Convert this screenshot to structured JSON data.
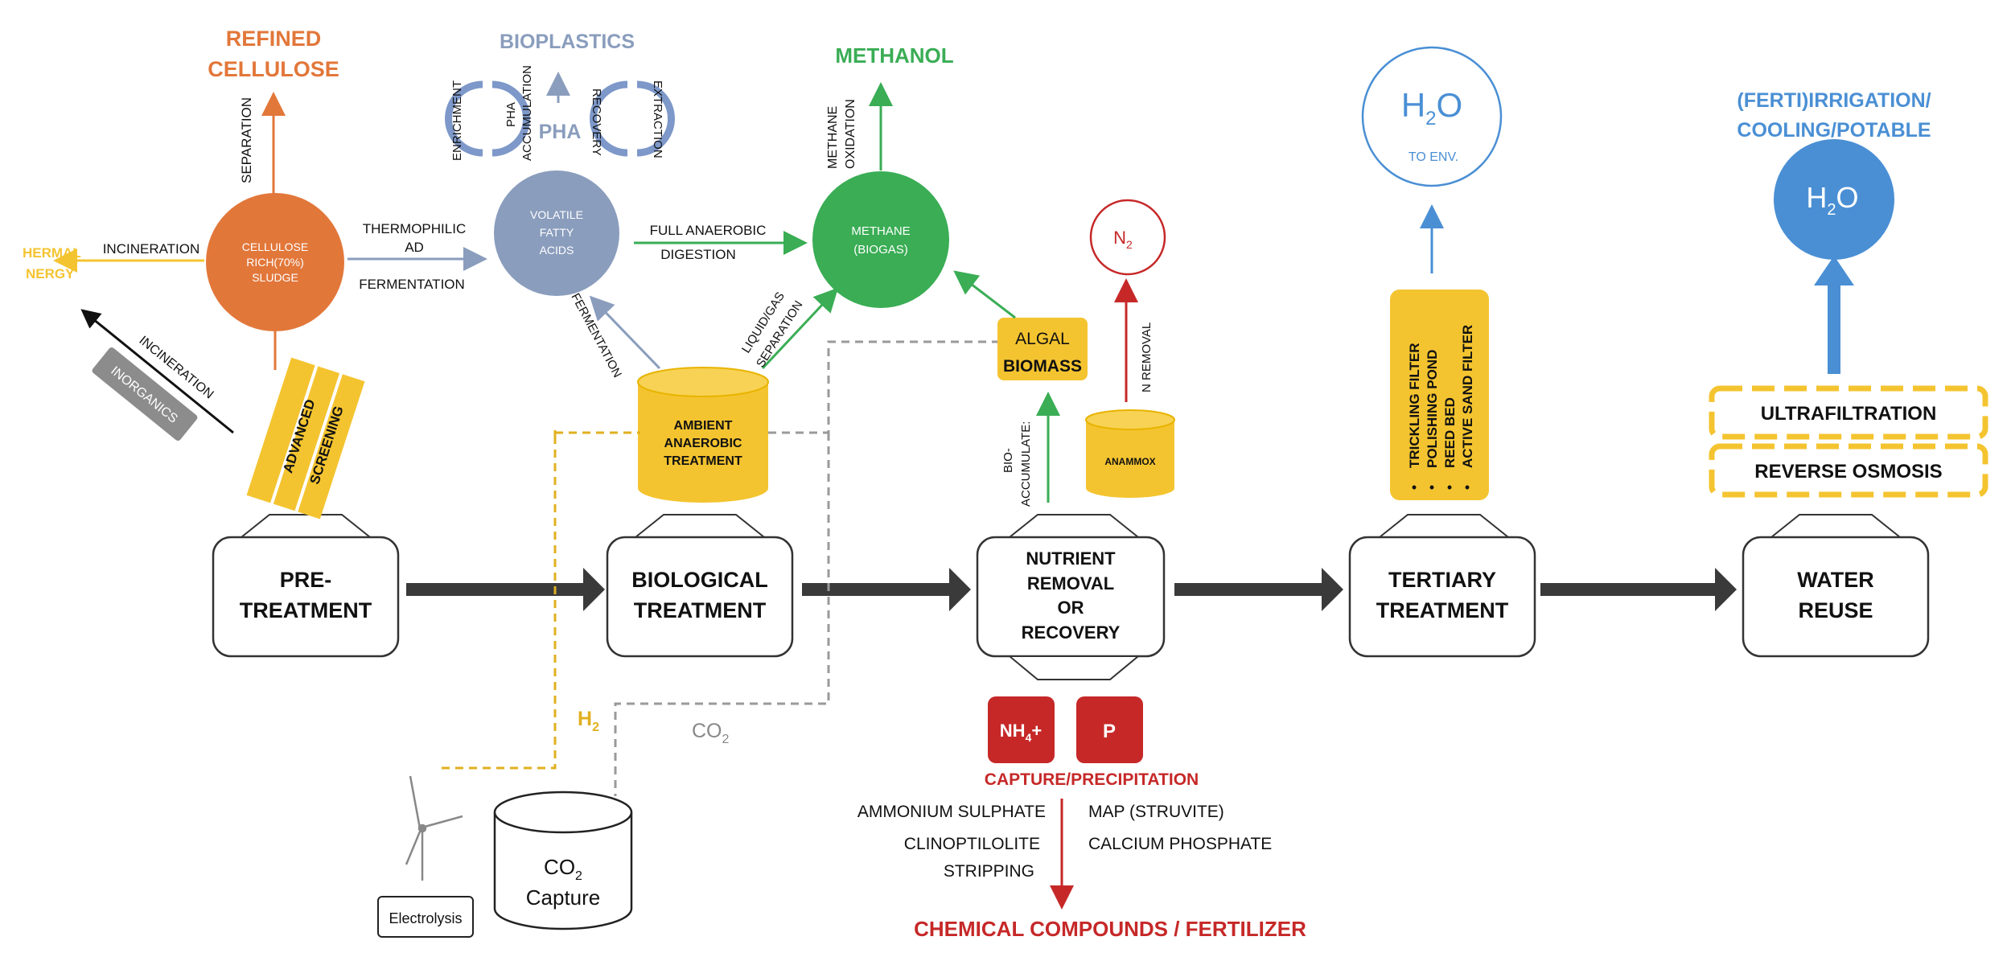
{
  "stages": {
    "pretreatment": [
      "PRE-",
      "TREATMENT"
    ],
    "biological": [
      "BIOLOGICAL",
      "TREATMENT"
    ],
    "nutrient": [
      "NUTRIENT",
      "REMOVAL",
      "OR",
      "RECOVERY"
    ],
    "tertiary": [
      "TERTIARY",
      "TREATMENT"
    ],
    "reuse": [
      "WATER",
      "REUSE"
    ]
  },
  "pretreatment_branch": {
    "refined_cellulose": [
      "REFINED",
      "CELLULOSE"
    ],
    "separation": "SEPARATION",
    "cellulose_sludge": [
      "CELLULOSE",
      "RICH(70%)",
      "SLUDGE"
    ],
    "incineration": "INCINERATION",
    "thermal_energy": [
      "HERMAL",
      "NERGY"
    ],
    "advanced_screening": [
      "ADVANCED",
      "SCREENING"
    ],
    "inorganics": "INORGANICS",
    "incineration_diag": "INCINERATION"
  },
  "biological_branch": {
    "thermophilic_ad": [
      "THERMOPHILIC",
      "AD"
    ],
    "fermentation_top": "FERMENTATION",
    "vfa": [
      "VOLATILE",
      "FATTY",
      "ACIDS"
    ],
    "bioplastics": "BIOPLASTICS",
    "pha": "PHA",
    "enrichment": "ENRICHMENT",
    "pha_accumulation": [
      "PHA",
      "ACCUMULATION"
    ],
    "recovery": "RECOVERY",
    "extraction": "EXTRACTION",
    "fermentation_diag": "FERMENTATION",
    "ambient_anaerobic": [
      "AMBIENT",
      "ANAEROBIC",
      "TREATMENT"
    ],
    "liquid_gas": [
      "LIQUID/GAS",
      "SEPARATION"
    ],
    "full_anaerobic": [
      "FULL ANAEROBIC",
      "DIGESTION"
    ],
    "methane": [
      "METHANE",
      "(BIOGAS)"
    ],
    "methane_oxidation": [
      "METHANE",
      "OXIDATION"
    ],
    "methanol": "METHANOL"
  },
  "nutrient_branch": {
    "algal": [
      "ALGAL",
      "BIOMASS"
    ],
    "bio_accumulate": [
      "BIO-",
      "ACCUMULATE:"
    ],
    "anammox": "ANAMMOX",
    "n_removal": "N REMOVAL",
    "n2": "N",
    "n2_sub": "2",
    "nh4": "NH",
    "nh4_sub": "4",
    "nh4_plus": "+",
    "p": "P",
    "capture": "CAPTURE/PRECIPITATION",
    "methods_left": [
      "AMMONIUM SULPHATE",
      "CLINOPTILOLITE",
      "STRIPPING"
    ],
    "methods_right": [
      "MAP (STRUVITE)",
      "CALCIUM PHOSPHATE"
    ],
    "chemical": "CHEMICAL COMPOUNDS / FERTILIZER"
  },
  "tertiary_branch": {
    "h2o": "H",
    "h2o_sub": "2",
    "h2o_o": "O",
    "to_env": "TO ENV.",
    "options": [
      "TRICKLING FILTER",
      "POLISHING POND",
      "REED BED",
      "ACTIVE SAND FILTER"
    ],
    "bullet": "•"
  },
  "reuse_branch": {
    "irrigation": [
      "(FERTI)IRRIGATION/",
      "COOLING/POTABLE"
    ],
    "h2o": "H",
    "h2o_sub": "2",
    "h2o_o": "O",
    "ultrafiltration": "ULTRAFILTRATION",
    "reverse_osmosis": "REVERSE OSMOSIS"
  },
  "energy": {
    "h2": "H",
    "h2_sub": "2",
    "co2": "CO",
    "co2_sub": "2",
    "co2_capture": [
      "CO",
      "2",
      "Capture"
    ],
    "electrolysis": "Electrolysis"
  },
  "colors": {
    "orange": "#e2773a",
    "blue_grey": "#8a9dbd",
    "green": "#3aad55",
    "yellow": "#f4c430",
    "red": "#c62828",
    "blue": "#4a8fd4",
    "dark": "#333333"
  }
}
